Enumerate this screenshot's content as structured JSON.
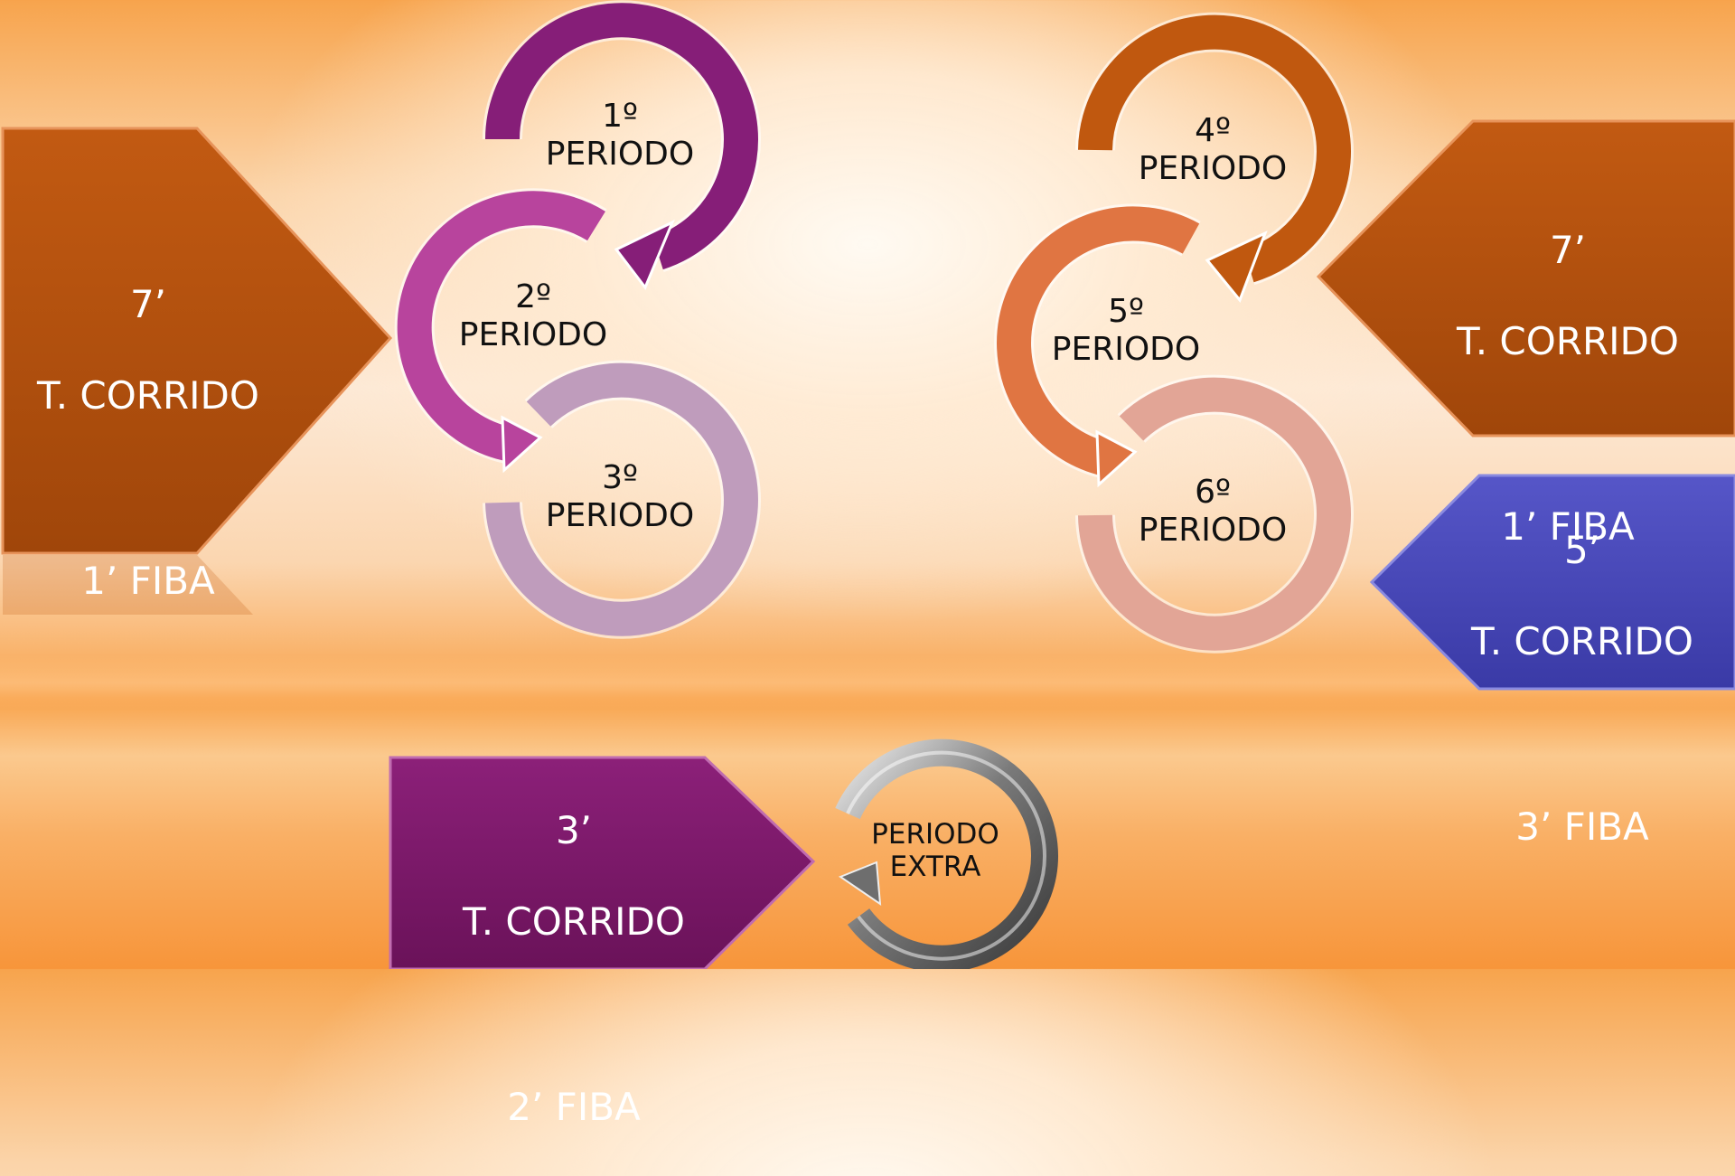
{
  "left_block": {
    "duration": "7’",
    "corrido": "T. CORRIDO",
    "fiba": "1’ FIBA",
    "color": "#b3520e"
  },
  "right_block_top": {
    "duration": "7’",
    "corrido": "T. CORRIDO",
    "fiba": "1’ FIBA",
    "color": "#b3520e"
  },
  "right_block_bottom": {
    "duration": "5’",
    "corrido": "T. CORRIDO",
    "fiba": "3’ FIBA",
    "color": "#4848b8"
  },
  "bottom_block": {
    "duration": "3’",
    "corrido": "T. CORRIDO",
    "fiba": "2’ FIBA",
    "color": "#7f1a6b"
  },
  "periods_left": [
    {
      "num": "1º",
      "label": "PERIODO",
      "color": "#861e78"
    },
    {
      "num": "2º",
      "label": "PERIODO",
      "color": "#b8449d"
    },
    {
      "num": "3º",
      "label": "PERIODO",
      "color": "#bf9cbc"
    }
  ],
  "periods_right": [
    {
      "num": "4º",
      "label": "PERIODO",
      "color": "#c0580f"
    },
    {
      "num": "5º",
      "label": "PERIODO",
      "color": "#e07542"
    },
    {
      "num": "6º",
      "label": "PERIODO",
      "color": "#e2a596"
    }
  ],
  "extra": {
    "line1": "PERIODO",
    "line2": "EXTRA",
    "color": "#7d7d7d"
  }
}
